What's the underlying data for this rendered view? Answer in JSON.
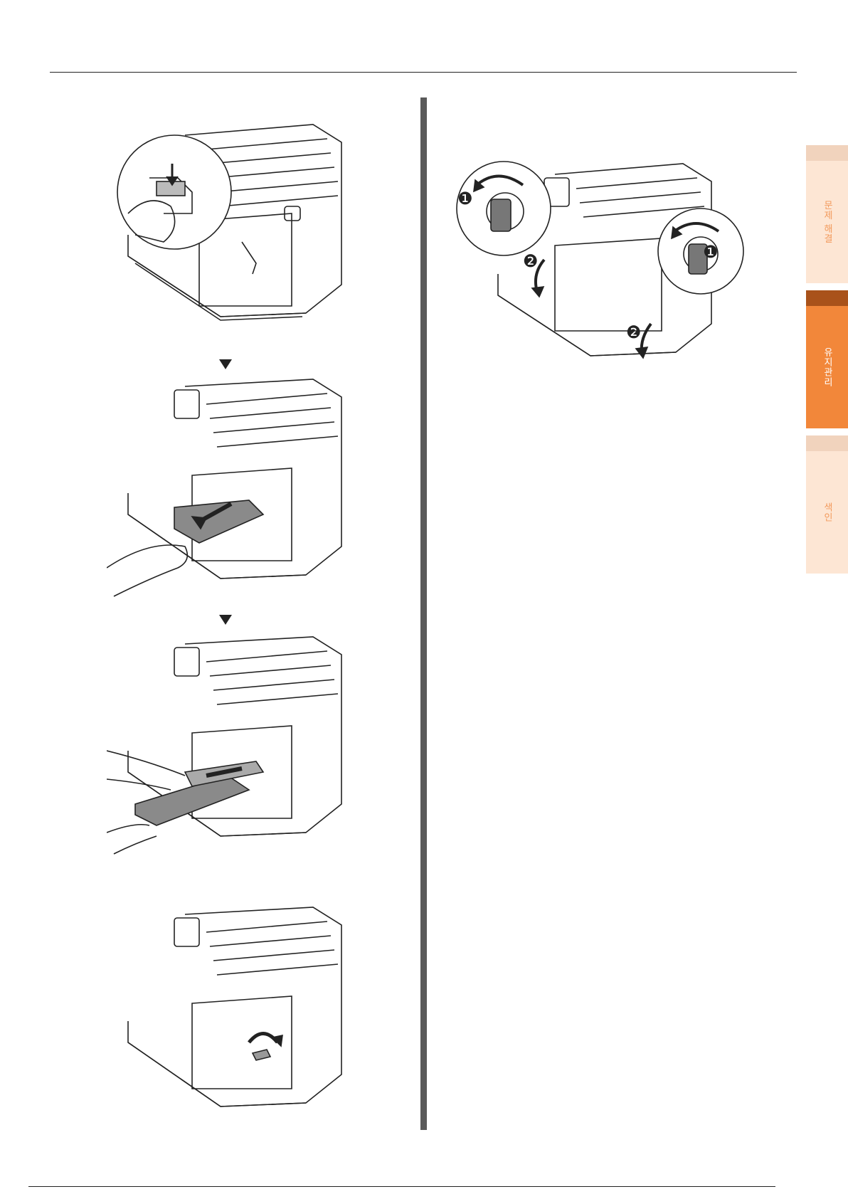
{
  "side_tabs": [
    {
      "label": "문제 해결",
      "state": "inactive"
    },
    {
      "label": "유지관리",
      "state": "active"
    },
    {
      "label": "색인",
      "state": "inactive"
    }
  ],
  "callouts": {
    "step1": "❶",
    "step2": "❷"
  },
  "colors": {
    "tab_active": "#f2873a",
    "tab_inactive": "#fde6d4",
    "divider": "#5a5a5a"
  }
}
